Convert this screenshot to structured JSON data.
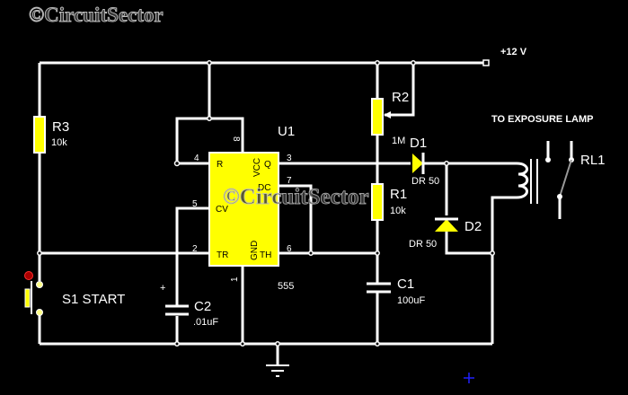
{
  "watermark": {
    "top": "©CircuitSector",
    "center": "©CircuitSector"
  },
  "colors": {
    "background": "#000000",
    "wire": "#ffffff",
    "component_fill": "#ffff00",
    "switch_indicator": "#cc1111",
    "cursor": "#2020ff"
  },
  "supply": {
    "label": "+12 V"
  },
  "output_label": "TO EXPOSURE LAMP",
  "ic": {
    "ref": "U1",
    "part": "555",
    "pins": {
      "reset": {
        "num": "4",
        "name": "R"
      },
      "vcc": {
        "num": "8",
        "name": "VCC"
      },
      "out": {
        "num": "3",
        "name": "Q"
      },
      "discharge": {
        "num": "7",
        "name": "DC"
      },
      "control": {
        "num": "5",
        "name": "CV"
      },
      "trigger": {
        "num": "2",
        "name": "TR"
      },
      "ground": {
        "num": "1",
        "name": "GND"
      },
      "threshold": {
        "num": "6",
        "name": "TH"
      }
    }
  },
  "components": {
    "r3": {
      "ref": "R3",
      "value": "10k"
    },
    "r2": {
      "ref": "R2",
      "value": "1M"
    },
    "r1": {
      "ref": "R1",
      "value": "10k"
    },
    "c1": {
      "ref": "C1",
      "value": "100uF"
    },
    "c2": {
      "ref": "C2",
      "value": ".01uF",
      "polarity": "+"
    },
    "d1": {
      "ref": "D1",
      "value": "DR 50"
    },
    "d2": {
      "ref": "D2",
      "value": "DR 50"
    },
    "rl1": {
      "ref": "RL1"
    },
    "s1": {
      "ref": "S1 START"
    }
  }
}
